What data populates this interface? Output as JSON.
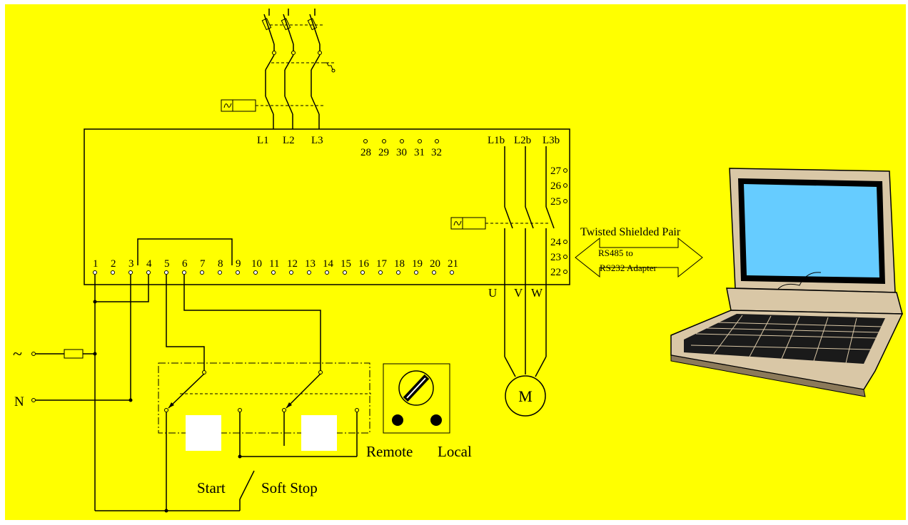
{
  "colors": {
    "background": "#ffff00",
    "frame": "#ffffff",
    "screen": "#66ccff",
    "laptop_body": "#d9c7a6",
    "laptop_shadow": "#8c7a5a",
    "keyboard": "#1a1a1a"
  },
  "supply": {
    "line_symbol": "~",
    "neutral": "N"
  },
  "starter": {
    "input_terminals": [
      "L1",
      "L2",
      "L3"
    ],
    "output_terminals": [
      "L1b",
      "L2b",
      "L3b"
    ],
    "aux_terminals": [
      "28",
      "29",
      "30",
      "31",
      "32"
    ],
    "right_terminals": [
      "27",
      "26",
      "25",
      "24",
      "23",
      "22"
    ],
    "control_terminals": [
      "1",
      "2",
      "3",
      "4",
      "5",
      "6",
      "7",
      "8",
      "9",
      "10",
      "11",
      "12",
      "13",
      "14",
      "15",
      "16",
      "17",
      "18",
      "19",
      "20",
      "21"
    ],
    "motor_terminals": [
      "U",
      "V",
      "W"
    ]
  },
  "motor": {
    "label": "M"
  },
  "labels": {
    "twisted_pair": "Twisted Shielded Pair",
    "adapter_line1": "RS485 to",
    "adapter_line2": "RS232 Adapter",
    "remote": "Remote",
    "local": "Local",
    "start": "Start",
    "soft_stop": "Soft Stop"
  },
  "icons": [
    "contactor-coil-icon",
    "fuse-icon",
    "selector-switch-icon",
    "laptop-icon",
    "double-arrow-icon",
    "motor-icon"
  ]
}
